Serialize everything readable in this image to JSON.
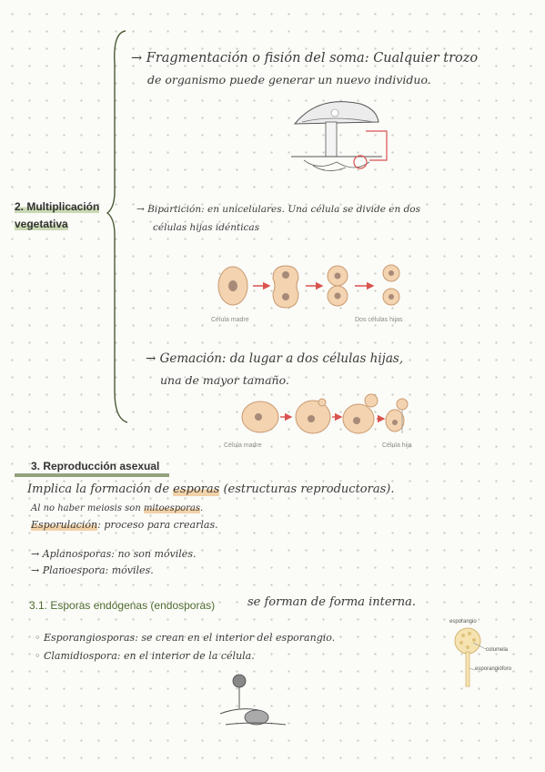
{
  "section2": {
    "heading_line1": "2. Multiplicación",
    "heading_line2": "vegetativa",
    "fragmentacion": {
      "line1": "→ Fragmentación o fisión del soma: Cualquier trozo",
      "line2": "de organismo puede generar un nuevo individuo."
    },
    "biparticion": {
      "line1": "→ Bipartición: en unicelulares. Una célula se divide en dos",
      "line2": "células hijas idénticas"
    },
    "biparticion_captions": {
      "left": "Célula madre",
      "right": "Dos células hijas"
    },
    "gemacion": {
      "line1": "→ Gemación: da lugar a dos células hijas,",
      "line2": "una de mayor tamaño."
    },
    "gemacion_captions": {
      "left": "Célula madre",
      "right": "Célula hija"
    }
  },
  "section3": {
    "heading": "3. Reproducción asexual",
    "intro_pre": "Implica la formación de ",
    "intro_highlight": "esporas",
    "intro_post": " (estructuras reproductoras).",
    "meiosis_pre": "Al no haber meiosis son ",
    "meiosis_highlight": "mitoesporas",
    "meiosis_post": ".",
    "esporulacion_highlight": "Esporulación",
    "esporulacion_post": ": proceso para crearlas.",
    "aplanosporas": "→ Aplanosporas: no son móviles.",
    "planoespora": "→ Planoespora: móviles."
  },
  "section31": {
    "heading": "3.1. Esporas endógenas (endosporas)",
    "heading_note": " se forman de forma interna.",
    "item1": "Esporangiosporas: se crean en el interior del esporangio.",
    "item2": "Clamidiospora: en el interior de la célula.",
    "diagram_labels": {
      "esporangio": "esporangio",
      "columela": "columela",
      "esporangioforo": "esporangióforo"
    }
  },
  "colors": {
    "accent_green": "#7a8c5e",
    "highlight_green": "#c9d9b4",
    "highlight_orange": "#f2d2a8",
    "cell_fill": "#f3d3b0",
    "arrow_red": "#d9534f"
  }
}
